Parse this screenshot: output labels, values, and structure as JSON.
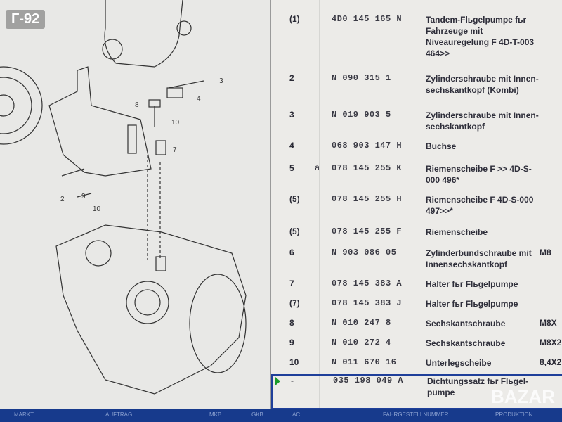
{
  "overlay_label": "Г-92",
  "diagram": {
    "callouts": [
      "3",
      "4",
      "8",
      "10",
      "7",
      "2",
      "9",
      "10"
    ]
  },
  "parts": [
    {
      "pos": "(1)",
      "sub": "",
      "part": "4D0 145 165 N",
      "desc": "Tandem-Flьgelpumpe fьr Fahrzeuge mit Niveauregelung F 4D-T-003 464>>",
      "extra": ""
    },
    {
      "pos": "2",
      "sub": "",
      "part": "N   090 315 1",
      "desc": "Zylinderschraube mit Innen-sechskantkopf (Kombi)",
      "extra": ""
    },
    {
      "pos": "3",
      "sub": "",
      "part": "N   019 903 5",
      "desc": "Zylinderschraube mit Innen-sechskantkopf",
      "extra": ""
    },
    {
      "pos": "4",
      "sub": "",
      "part": "068 903 147 H",
      "desc": "Buchse",
      "extra": ""
    },
    {
      "pos": "5",
      "sub": "a",
      "part": "078 145 255 K",
      "desc": "Riemenscheibe F          >> 4D-S-000 496*",
      "extra": ""
    },
    {
      "pos": "(5)",
      "sub": "",
      "part": "078 145 255 H",
      "desc": "Riemenscheibe F 4D-S-000 497>>*",
      "extra": ""
    },
    {
      "pos": "(5)",
      "sub": "",
      "part": "078 145 255 F",
      "desc": "Riemenscheibe",
      "extra": ""
    },
    {
      "pos": "6",
      "sub": "",
      "part": "N   903 086 05",
      "desc": "Zylinderbundschraube mit Innensechskantkopf",
      "extra": "M8"
    },
    {
      "pos": "7",
      "sub": "",
      "part": "078 145 383 A",
      "desc": "Halter fьr Flьgelpumpe",
      "extra": ""
    },
    {
      "pos": "(7)",
      "sub": "",
      "part": "078 145 383 J",
      "desc": "Halter fьr Flьgelpumpe",
      "extra": ""
    },
    {
      "pos": "8",
      "sub": "",
      "part": "N   010 247 8",
      "desc": "Sechskantschraube",
      "extra": "M8X"
    },
    {
      "pos": "9",
      "sub": "",
      "part": "N   010 272 4",
      "desc": "Sechskantschraube",
      "extra": "M8X2"
    },
    {
      "pos": "10",
      "sub": "",
      "part": "N   011 670 16",
      "desc": "Unterlegscheibe",
      "extra": "8,4X2"
    },
    {
      "pos": "-",
      "sub": "",
      "part": "035 198 049 A",
      "desc": "Dichtungssatz fьr Flьgel-pumpe",
      "extra": "",
      "selected": true
    }
  ],
  "statusbar": [
    "MARKT",
    "AUFTRAG",
    "MKB",
    "GKB",
    "AC",
    "FAHRGESTELLNUMMER",
    "PRODUKTION"
  ],
  "watermark": "BAZAR"
}
